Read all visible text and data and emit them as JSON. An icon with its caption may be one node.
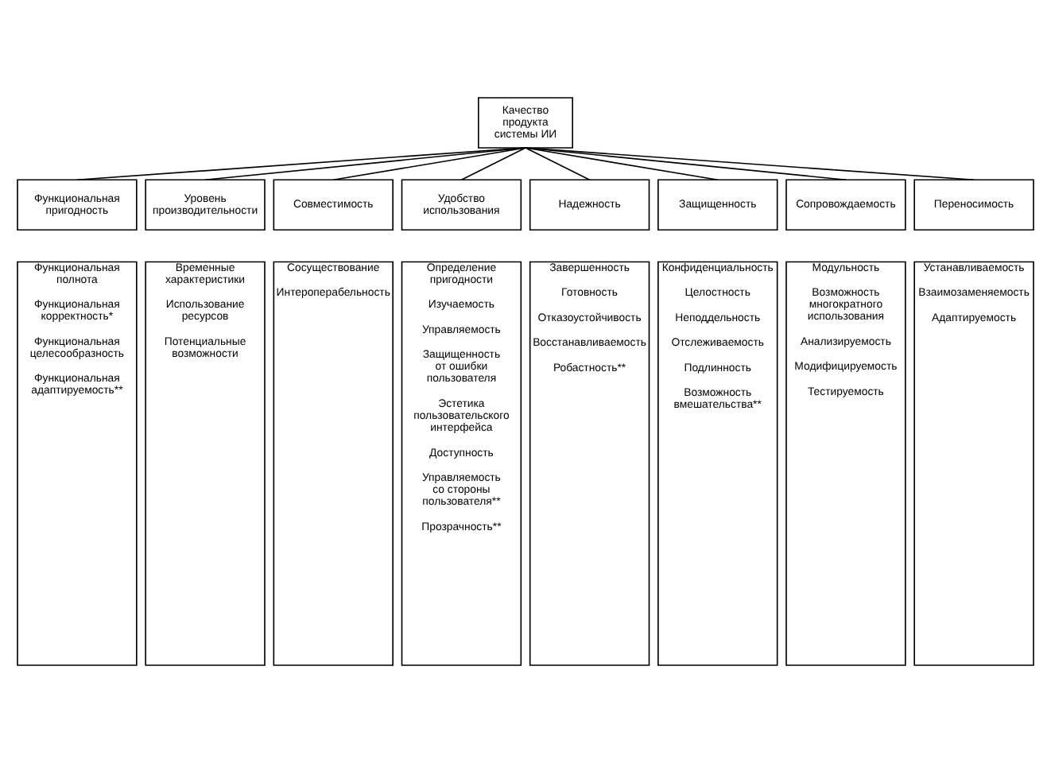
{
  "diagram": {
    "nodes": [
      {
        "text": [
          "Качество продукта системы ИИ"
        ]
      },
      {
        "text": [
          "Функциональная пригодность"
        ]
      },
      {
        "text": [
          "Уровень производительности"
        ]
      },
      {
        "text": [
          "Совместимость"
        ]
      },
      {
        "text": [
          "Удобство использования"
        ]
      },
      {
        "text": [
          "Надежность"
        ]
      },
      {
        "text": [
          "Защищенность"
        ]
      },
      {
        "text": [
          "Сопровождаемость"
        ]
      },
      {
        "text": [
          "Переносимость"
        ]
      },
      {
        "text": [
          "Функциональная полнота",
          "Функциональная корректность*",
          "Функциональная целесообразность",
          "Функциональная адаптируемость**"
        ]
      },
      {
        "text": [
          "Временные характеристики",
          "Использование ресурсов",
          "Потенциальные возможности"
        ]
      },
      {
        "text": [
          "Сосуществование",
          "Интероперабельность"
        ]
      },
      {
        "text": [
          "Определение пригодности",
          "Изучаемость",
          "Управляемость",
          "Защищенность от ошибки пользователя",
          "Эстетика пользовательского интерфейса",
          "Доступность",
          "Управляемость со стороны пользователя**",
          "Прозрачность**"
        ]
      },
      {
        "text": [
          "Завершенность",
          "Готовность",
          "Отказоустойчивость",
          "Восстанавливаемость",
          "Робастность**"
        ]
      },
      {
        "text": [
          "Конфиденциальность",
          "Целостность",
          "Неподдельность",
          "Отслеживаемость",
          "Подлинность",
          "Возможность вмешательства**"
        ]
      },
      {
        "text": [
          "Модульность",
          "Возможность многократного использования",
          "Анализируемость",
          "Модифицируемость",
          "Тестируемость"
        ]
      },
      {
        "text": [
          "Устанавливаемость",
          "Взаимозаменяемость",
          "Адаптируемость"
        ]
      }
    ],
    "edges": [
      {
        "from": 0,
        "to": 1,
        "arrow": "none"
      },
      {
        "from": 0,
        "to": 2,
        "arrow": "none"
      },
      {
        "from": 0,
        "to": 3,
        "arrow": "none"
      },
      {
        "from": 0,
        "to": 4,
        "arrow": "none"
      },
      {
        "from": 0,
        "to": 5,
        "arrow": "none"
      },
      {
        "from": 0,
        "to": 6,
        "arrow": "none"
      },
      {
        "from": 0,
        "to": 7,
        "arrow": "none"
      },
      {
        "from": 0,
        "to": 8,
        "arrow": "none"
      }
    ]
  }
}
